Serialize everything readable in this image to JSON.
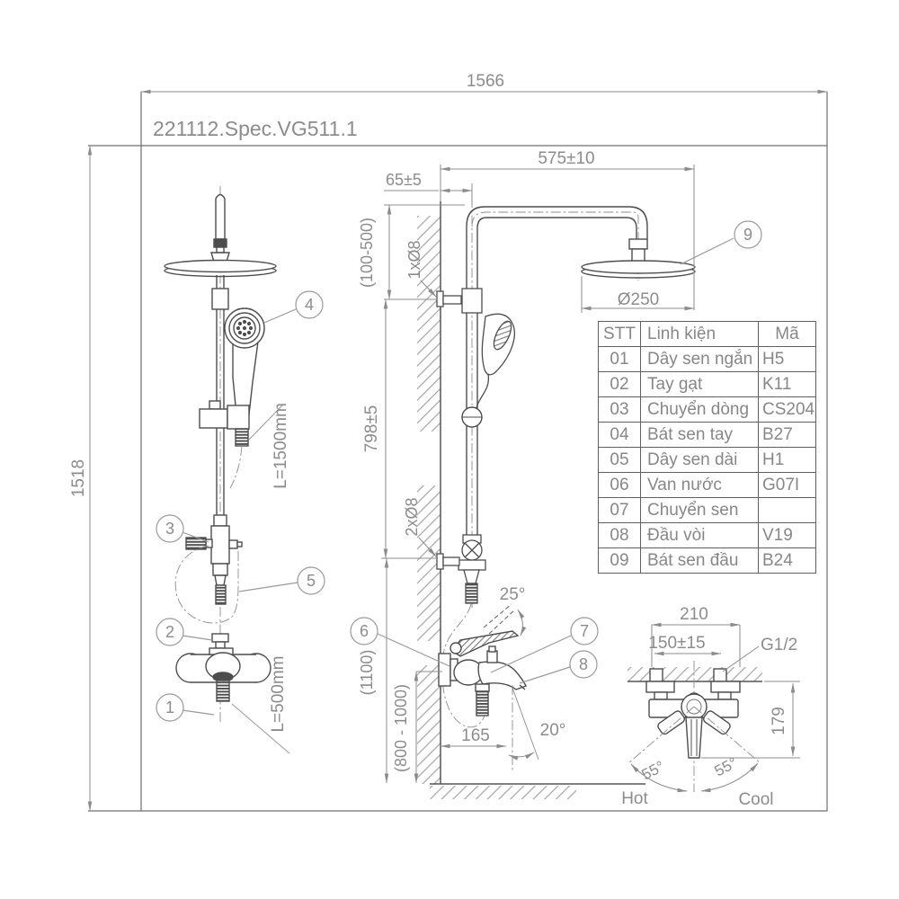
{
  "title": "221112.Spec.VG511.1",
  "dims": {
    "overall_w": "1566",
    "overall_h": "1518",
    "arm_len": "575±10",
    "arm_off": "65±5",
    "top_range": "(100-500)",
    "pin1": "1xØ8",
    "col_h": "798±5",
    "pin2": "2xØ8",
    "head_d": "Ø250",
    "h_floor": "(1100)",
    "h_spout": "(800 - 1000)",
    "reach": "165",
    "spout_ang": "20°",
    "lever_ang": "25°",
    "hose_long": "L=1500mm",
    "hose_short": "L=500mm",
    "mnt_w": "210",
    "mnt_c": "150±15",
    "thread": "G1/2",
    "depth": "179",
    "ang_l": "55°",
    "ang_r": "55°",
    "hot": "Hot",
    "cool": "Cool"
  },
  "callouts": [
    "1",
    "2",
    "3",
    "4",
    "5",
    "6",
    "7",
    "8",
    "9"
  ],
  "table": {
    "headers": [
      "STT",
      "Linh kiện",
      "Mã"
    ],
    "rows": [
      [
        "01",
        "Dây sen ngắn",
        "H5"
      ],
      [
        "02",
        "Tay gạt",
        "K11"
      ],
      [
        "03",
        "Chuyển dòng",
        "CS204"
      ],
      [
        "04",
        "Bát sen tay",
        "B27"
      ],
      [
        "05",
        "Dây sen dài",
        "H1"
      ],
      [
        "06",
        "Van nước",
        "G07I"
      ],
      [
        "07",
        "Chuyển sen",
        ""
      ],
      [
        "08",
        "Đầu vòi",
        "V19"
      ],
      [
        "09",
        "Bát sen đầu",
        "B24"
      ]
    ]
  }
}
